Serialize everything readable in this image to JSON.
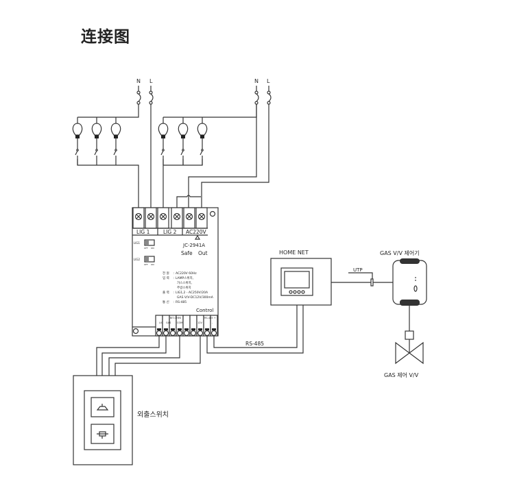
{
  "title": "连接图",
  "power": {
    "n_left": "N",
    "l_left": "L",
    "n_right": "N",
    "l_right": "L"
  },
  "module": {
    "terminal_labels": [
      "LIG 1",
      "LIG 2",
      "AC220V"
    ],
    "model": "JC-2941A",
    "safe": "Safe",
    "out": "Out",
    "toggle1": "LIG1",
    "toggle2": "LIG2",
    "off": "OFF",
    "on": "ON",
    "specs": [
      {
        "k": "전 원",
        "v": ": AC220V 60Hz"
      },
      {
        "k": "입 력",
        "v": ": LAMP스위치,"
      },
      {
        "k": "",
        "v": "가스스위치,"
      },
      {
        "k": "",
        "v": "주방스위치"
      },
      {
        "k": "출 력",
        "v": ": LIG1,2 - AC250V/20A"
      },
      {
        "k": "",
        "v": "GAS V/V-DC12V/300mA"
      },
      {
        "k": "통 신",
        "v": ": RS-485"
      }
    ],
    "control": "Control",
    "bottom_labels": [
      "LIG",
      "GAS",
      "BIT-CHEK",
      "COM",
      "12V",
      "RS-485 +",
      "-"
    ]
  },
  "home_net": "HOME NET",
  "utp": "UTP",
  "rs485": "RS-485",
  "gas_controller": "GAS V/V 제어기",
  "gas_valve": "GAS 제어 V/V",
  "outing_switch": "외출스위치"
}
